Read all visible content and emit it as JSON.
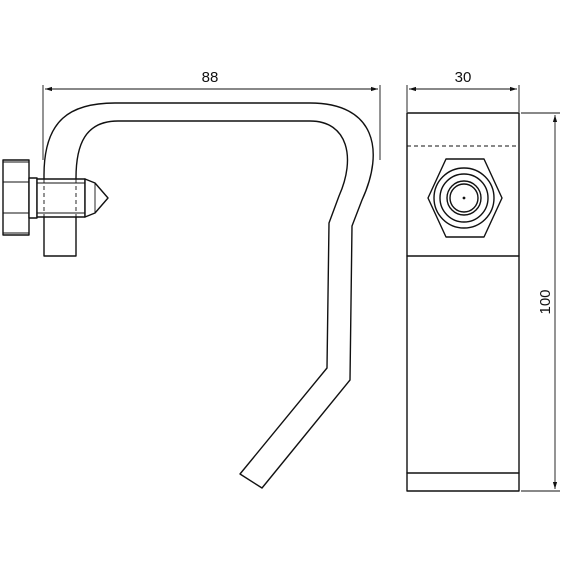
{
  "dimensions": {
    "width_side": "88",
    "width_front": "30",
    "height_front": "100"
  }
}
